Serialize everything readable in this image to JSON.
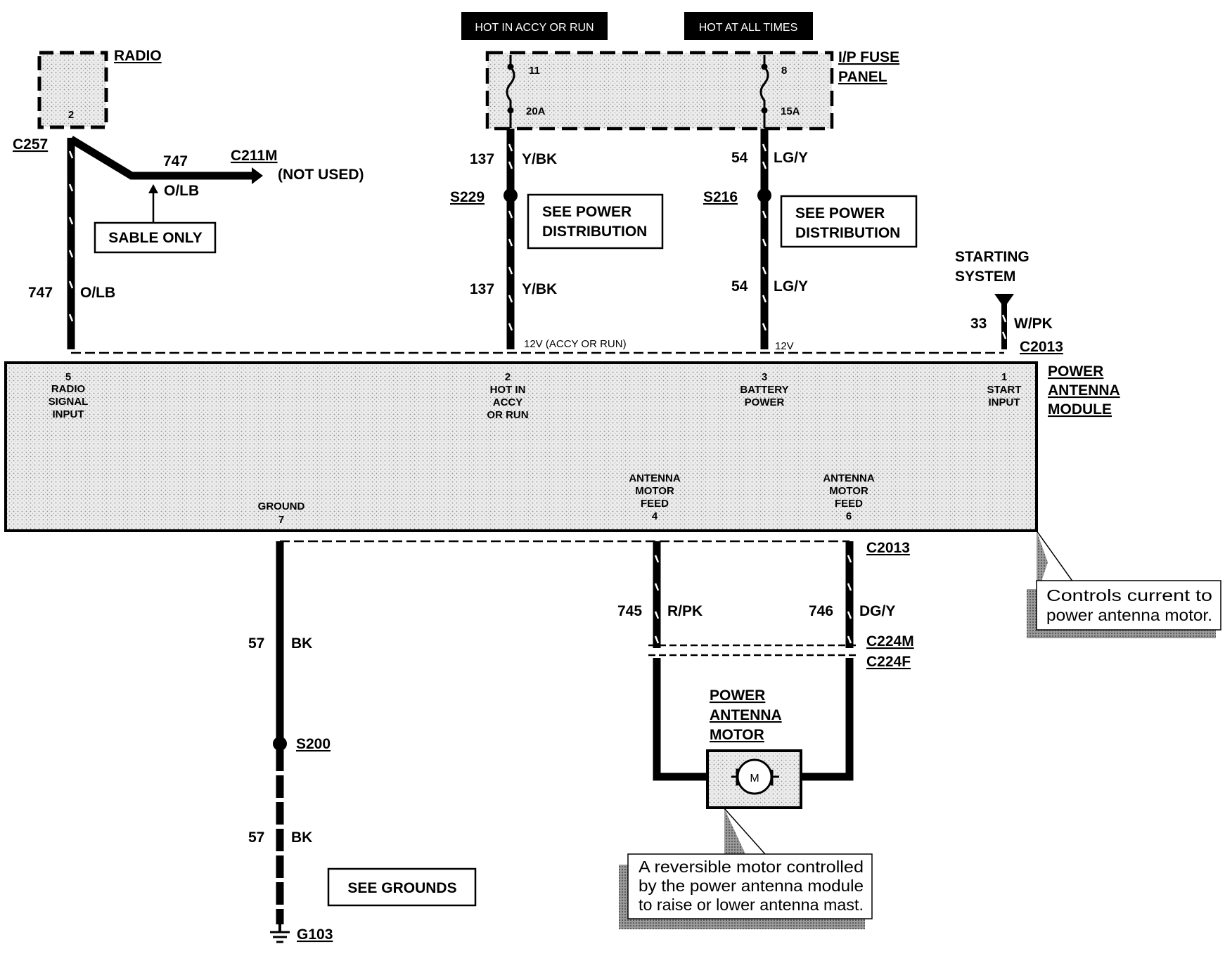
{
  "banners": {
    "hot_accy_run": "HOT IN ACCY OR RUN",
    "hot_all_times": "HOT AT ALL TIMES"
  },
  "fuse_panel": {
    "title_line1": "I/P FUSE",
    "title_line2": "PANEL",
    "fuses": [
      {
        "number": "11",
        "rating": "20A"
      },
      {
        "number": "8",
        "rating": "15A"
      }
    ]
  },
  "radio": {
    "title": "RADIO",
    "pin": "2",
    "connector": "C257"
  },
  "c211m": {
    "connector": "C211M",
    "note": "(NOT USED)"
  },
  "sable_only": "SABLE ONLY",
  "wires": {
    "w747_top": {
      "circuit": "747",
      "color": "O/LB"
    },
    "w747_left": {
      "circuit": "747",
      "color": "O/LB"
    },
    "w137_upper": {
      "circuit": "137",
      "color": "Y/BK"
    },
    "w137_lower": {
      "circuit": "137",
      "color": "Y/BK"
    },
    "w54_upper": {
      "circuit": "54",
      "color": "LG/Y"
    },
    "w54_lower": {
      "circuit": "54",
      "color": "LG/Y"
    },
    "w33": {
      "circuit": "33",
      "color": "W/PK"
    },
    "w745": {
      "circuit": "745",
      "color": "R/PK"
    },
    "w746": {
      "circuit": "746",
      "color": "DG/Y"
    },
    "w57_upper": {
      "circuit": "57",
      "color": "BK"
    },
    "w57_lower": {
      "circuit": "57",
      "color": "BK"
    }
  },
  "splices": {
    "s229": "S229",
    "s216": "S216",
    "s200": "S200"
  },
  "see_power_1": {
    "line1": "SEE POWER",
    "line2": "DISTRIBUTION"
  },
  "see_power_2": {
    "line1": "SEE POWER",
    "line2": "DISTRIBUTION"
  },
  "starting_system": {
    "line1": "STARTING",
    "line2": "SYSTEM"
  },
  "connectors": {
    "c2013_top": "C2013",
    "c2013_bottom": "C2013",
    "c224m": "C224M",
    "c224f": "C224F"
  },
  "voltage_labels": {
    "accy": "12V (ACCY OR RUN)",
    "battery": "12V"
  },
  "module": {
    "title_line1": "POWER",
    "title_line2": "ANTENNA",
    "title_line3": "MODULE",
    "pins": {
      "p5": {
        "num": "5",
        "l1": "RADIO",
        "l2": "SIGNAL",
        "l3": "INPUT"
      },
      "p2": {
        "num": "2",
        "l1": "HOT IN",
        "l2": "ACCY",
        "l3": "OR RUN"
      },
      "p3": {
        "num": "3",
        "l1": "BATTERY",
        "l2": "POWER"
      },
      "p1": {
        "num": "1",
        "l1": "START",
        "l2": "INPUT"
      },
      "p7": {
        "num": "7",
        "l1": "GROUND"
      },
      "p4": {
        "num": "4",
        "l1": "ANTENNA",
        "l2": "MOTOR",
        "l3": "FEED"
      },
      "p6": {
        "num": "6",
        "l1": "ANTENNA",
        "l2": "MOTOR",
        "l3": "FEED"
      }
    }
  },
  "callout_module": {
    "line1": "Controls    current    to",
    "line2": "power antenna motor."
  },
  "motor": {
    "line1": "POWER",
    "line2": "ANTENNA",
    "line3": "MOTOR",
    "symbol": "M"
  },
  "callout_motor": {
    "line1": "A reversible motor controlled",
    "line2": "by the power antenna module",
    "line3": "to raise or lower antenna mast."
  },
  "see_grounds": "SEE GROUNDS",
  "ground": "G103"
}
